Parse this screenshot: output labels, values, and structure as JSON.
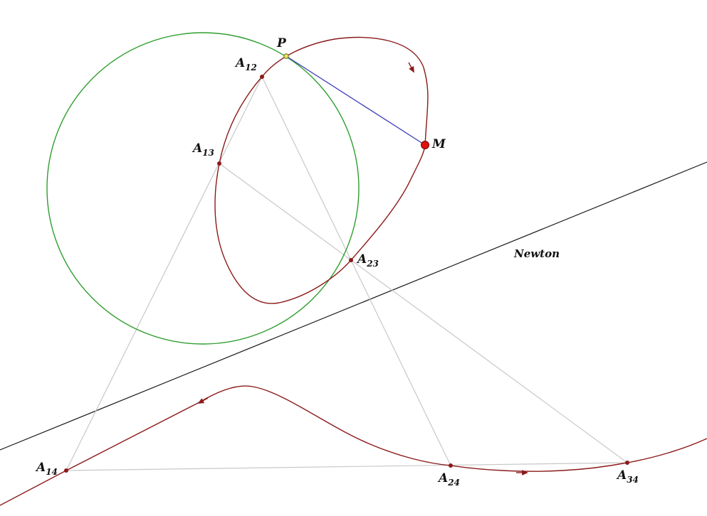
{
  "colors": {
    "circle": "#2e9e2e",
    "curve": "#8b1a1a",
    "segment": "#3d3db8",
    "construction": "#c8c8c8",
    "newton_line": "#1a1a1a",
    "point": "#8b1a1a",
    "point_P": "#e8e860",
    "point_M": "#dd1111"
  },
  "labels": {
    "P": "P",
    "M": "M",
    "A12": {
      "main": "A",
      "sub": "12"
    },
    "A13": {
      "main": "A",
      "sub": "13"
    },
    "A23": {
      "main": "A",
      "sub": "23"
    },
    "A14": {
      "main": "A",
      "sub": "14"
    },
    "A24": {
      "main": "A",
      "sub": "24"
    },
    "A34": {
      "main": "A",
      "sub": "34"
    },
    "newton": "Newton"
  }
}
